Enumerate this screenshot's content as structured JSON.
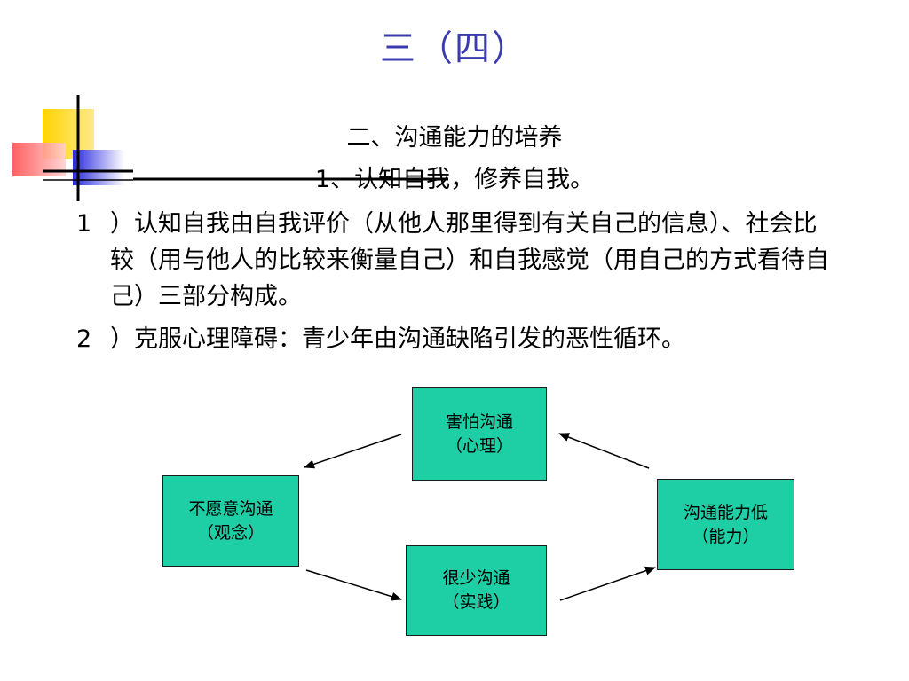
{
  "slide": {
    "title": "三（四）",
    "section_heading": "二、沟通能力的培养",
    "sub_heading": "1、认知自我，修养自我。"
  },
  "paragraphs": [
    {
      "number": "1",
      "text": "）认知自我由自我评价（从他人那里得到有关自己的信息）、社会比较（用与他人的比较来衡量自己）和自我感觉（用自己的方式看待自己）三部分构成。"
    },
    {
      "number": "2",
      "text": "）克服心理障碍：青少年由沟通缺陷引发的恶性循环。"
    }
  ],
  "diagram": {
    "nodes": {
      "fear": {
        "line1": "害怕沟通",
        "line2": "（心理）"
      },
      "unwill": {
        "line1": "不愿意沟通",
        "line2": "（观念）"
      },
      "low": {
        "line1": "沟通能力低",
        "line2": "（能力）"
      },
      "rare": {
        "line1": "很少沟通",
        "line2": "（实践）"
      }
    }
  },
  "colors": {
    "title": "#3b3bb0",
    "node_fill": "#1ecfa6",
    "deco_yellow": "#ffd400",
    "deco_blue": "#2a2ae0",
    "deco_red": "#ff4a4a"
  }
}
